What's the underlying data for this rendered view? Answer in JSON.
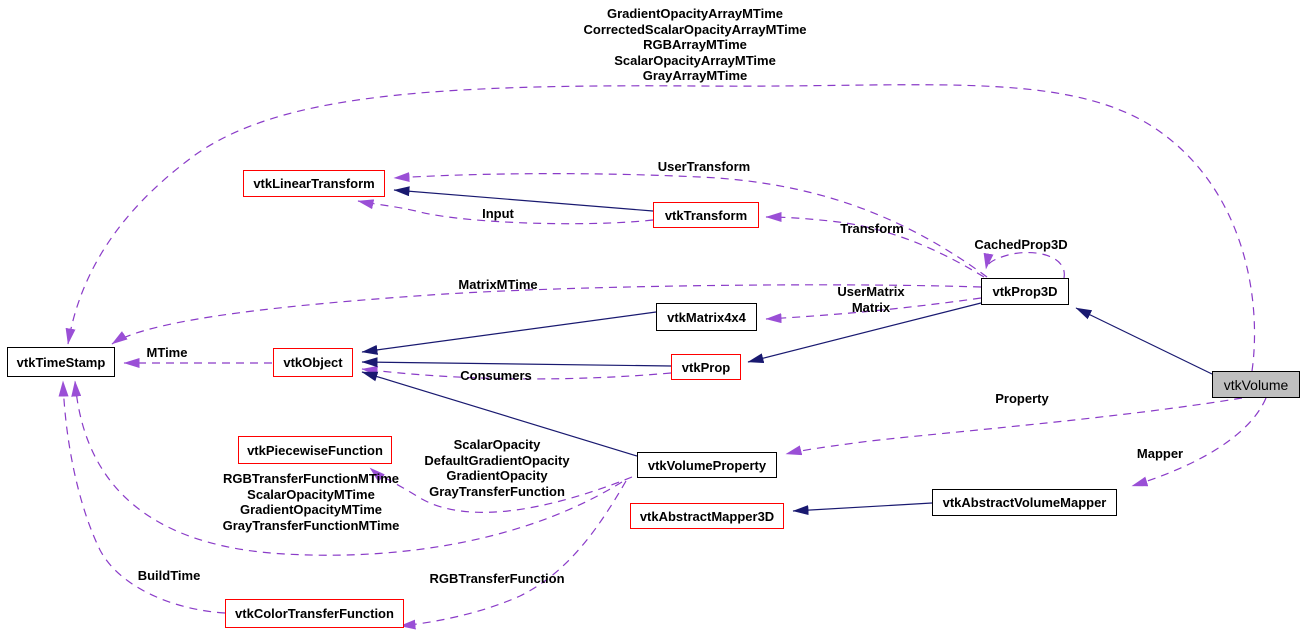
{
  "diagram": {
    "kind": "doxygen-collaboration-graph",
    "main_class": "vtkVolume",
    "colors": {
      "background": "#ffffff",
      "usage_edge": "#8a3bc8",
      "usage_arrow": "#9a4fd6",
      "inheritance_edge": "#191970",
      "node_border_default": "#000000",
      "node_border_highlight": "#ff0000",
      "main_node_fill": "#bfbfbf",
      "text": "#000000"
    },
    "nodes": [
      {
        "id": "vtkTimeStamp",
        "label": "vtkTimeStamp",
        "border": "black"
      },
      {
        "id": "vtkLinearTransform",
        "label": "vtkLinearTransform",
        "border": "red"
      },
      {
        "id": "vtkTransform",
        "label": "vtkTransform",
        "border": "red"
      },
      {
        "id": "vtkObject",
        "label": "vtkObject",
        "border": "red"
      },
      {
        "id": "vtkMatrix4x4",
        "label": "vtkMatrix4x4",
        "border": "black"
      },
      {
        "id": "vtkProp",
        "label": "vtkProp",
        "border": "red"
      },
      {
        "id": "vtkProp3D",
        "label": "vtkProp3D",
        "border": "black"
      },
      {
        "id": "vtkVolume",
        "label": "vtkVolume",
        "border": "black",
        "main": true
      },
      {
        "id": "vtkPiecewiseFunction",
        "label": "vtkPiecewiseFunction",
        "border": "red"
      },
      {
        "id": "vtkVolumeProperty",
        "label": "vtkVolumeProperty",
        "border": "black"
      },
      {
        "id": "vtkAbstractMapper3D",
        "label": "vtkAbstractMapper3D",
        "border": "red"
      },
      {
        "id": "vtkAbstractVolumeMapper",
        "label": "vtkAbstractVolumeMapper",
        "border": "black"
      },
      {
        "id": "vtkColorTransferFunction",
        "label": "vtkColorTransferFunction",
        "border": "red"
      }
    ],
    "edge_labels": [
      {
        "text": "GradientOpacityArrayMTime\nCorrectedScalarOpacityArrayMTime\nRGBArrayMTime\nScalarOpacityArrayMTime\nGrayArrayMTime"
      },
      {
        "text": "UserTransform"
      },
      {
        "text": "Input"
      },
      {
        "text": "Transform"
      },
      {
        "text": "CachedProp3D"
      },
      {
        "text": "MatrixMTime"
      },
      {
        "text": "UserMatrix\nMatrix"
      },
      {
        "text": "MTime"
      },
      {
        "text": "Consumers"
      },
      {
        "text": "Property"
      },
      {
        "text": "ScalarOpacity\nDefaultGradientOpacity\nGradientOpacity\nGrayTransferFunction"
      },
      {
        "text": "RGBTransferFunctionMTime\nScalarOpacityMTime\nGradientOpacityMTime\nGrayTransferFunctionMTime"
      },
      {
        "text": "Mapper"
      },
      {
        "text": "BuildTime"
      },
      {
        "text": "RGBTransferFunction"
      }
    ],
    "edges": [
      {
        "from": "vtkVolume",
        "to": "vtkTimeStamp",
        "type": "usage",
        "label": "GradientOpacityArrayMTime CorrectedScalarOpacityArrayMTime RGBArrayMTime ScalarOpacityArrayMTime GrayArrayMTime"
      },
      {
        "from": "vtkProp3D",
        "to": "vtkTimeStamp",
        "type": "usage",
        "label": "MatrixMTime"
      },
      {
        "from": "vtkObject",
        "to": "vtkTimeStamp",
        "type": "usage",
        "label": "MTime"
      },
      {
        "from": "vtkVolumeProperty",
        "to": "vtkTimeStamp",
        "type": "usage",
        "label": "RGBTransferFunctionMTime ScalarOpacityMTime GradientOpacityMTime GrayTransferFunctionMTime"
      },
      {
        "from": "vtkColorTransferFunction",
        "to": "vtkTimeStamp",
        "type": "usage",
        "label": "BuildTime"
      },
      {
        "from": "vtkTransform",
        "to": "vtkLinearTransform",
        "type": "inheritance",
        "label": ""
      },
      {
        "from": "vtkProp3D",
        "to": "vtkLinearTransform",
        "type": "usage",
        "label": "UserTransform"
      },
      {
        "from": "vtkTransform",
        "to": "vtkLinearTransform",
        "type": "usage",
        "label": "Input"
      },
      {
        "from": "vtkProp3D",
        "to": "vtkTransform",
        "type": "usage",
        "label": "Transform"
      },
      {
        "from": "vtkProp3D",
        "to": "vtkMatrix4x4",
        "type": "usage",
        "label": "UserMatrix Matrix"
      },
      {
        "from": "vtkMatrix4x4",
        "to": "vtkObject",
        "type": "inheritance",
        "label": ""
      },
      {
        "from": "vtkProp",
        "to": "vtkObject",
        "type": "inheritance",
        "label": ""
      },
      {
        "from": "vtkVolumeProperty",
        "to": "vtkObject",
        "type": "inheritance",
        "label": ""
      },
      {
        "from": "vtkProp",
        "to": "vtkObject",
        "type": "usage",
        "label": "Consumers"
      },
      {
        "from": "vtkProp3D",
        "to": "vtkProp",
        "type": "inheritance",
        "label": ""
      },
      {
        "from": "vtkVolume",
        "to": "vtkProp3D",
        "type": "inheritance",
        "label": ""
      },
      {
        "from": "vtkProp3D",
        "to": "vtkProp3D",
        "type": "usage",
        "label": "CachedProp3D"
      },
      {
        "from": "vtkVolume",
        "to": "vtkVolumeProperty",
        "type": "usage",
        "label": "Property"
      },
      {
        "from": "vtkVolume",
        "to": "vtkAbstractVolumeMapper",
        "type": "usage",
        "label": "Mapper"
      },
      {
        "from": "vtkAbstractVolumeMapper",
        "to": "vtkAbstractMapper3D",
        "type": "inheritance",
        "label": ""
      },
      {
        "from": "vtkVolumeProperty",
        "to": "vtkPiecewiseFunction",
        "type": "usage",
        "label": "ScalarOpacity DefaultGradientOpacity GradientOpacity GrayTransferFunction"
      },
      {
        "from": "vtkVolumeProperty",
        "to": "vtkColorTransferFunction",
        "type": "usage",
        "label": "RGBTransferFunction"
      }
    ]
  }
}
